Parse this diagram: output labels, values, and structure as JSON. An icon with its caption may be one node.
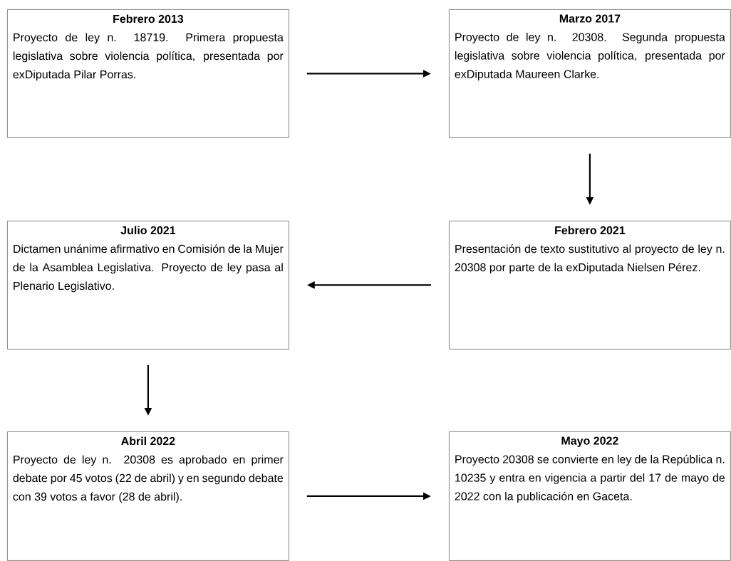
{
  "diagram": {
    "nodes": [
      {
        "text": [
          "Febrero 2013",
          "Proyecto de ley n. 18719. Primera propuesta legislativa sobre violencia política, presentada por exDiputada Pilar Porras."
        ]
      },
      {
        "text": [
          "Marzo 2017",
          "Proyecto de ley n. 20308. Segunda propuesta legislativa sobre violencia política, presentada por exDiputada Maureen Clarke."
        ]
      },
      {
        "text": [
          "Julio 2021",
          "Dictamen unánime afirmativo en Comisión de la Mujer de la Asamblea Legislativa. Proyecto de ley pasa al Plenario Legislativo."
        ]
      },
      {
        "text": [
          "Febrero 2021",
          "Presentación de texto sustitutivo al proyecto de ley n. 20308 por parte de la exDiputada Nielsen Pérez."
        ]
      },
      {
        "text": [
          "Abril 2022",
          "Proyecto de ley n. 20308 es aprobado en primer debate por 45 votos (22 de abril) y en segundo debate con 39 votos a favor (28 de abril)."
        ]
      },
      {
        "text": [
          "Mayo 2022",
          "Proyecto 20308 se convierte en ley de la República n. 10235 y entra en vigencia a partir del 17 de mayo de 2022 con la publicación en Gaceta."
        ]
      }
    ],
    "edges": [
      {
        "from": 0,
        "to": 1,
        "arrow": "to"
      },
      {
        "from": 1,
        "to": 3,
        "arrow": "to"
      },
      {
        "from": 3,
        "to": 2,
        "arrow": "to"
      },
      {
        "from": 2,
        "to": 4,
        "arrow": "to"
      },
      {
        "from": 4,
        "to": 5,
        "arrow": "to"
      }
    ]
  }
}
